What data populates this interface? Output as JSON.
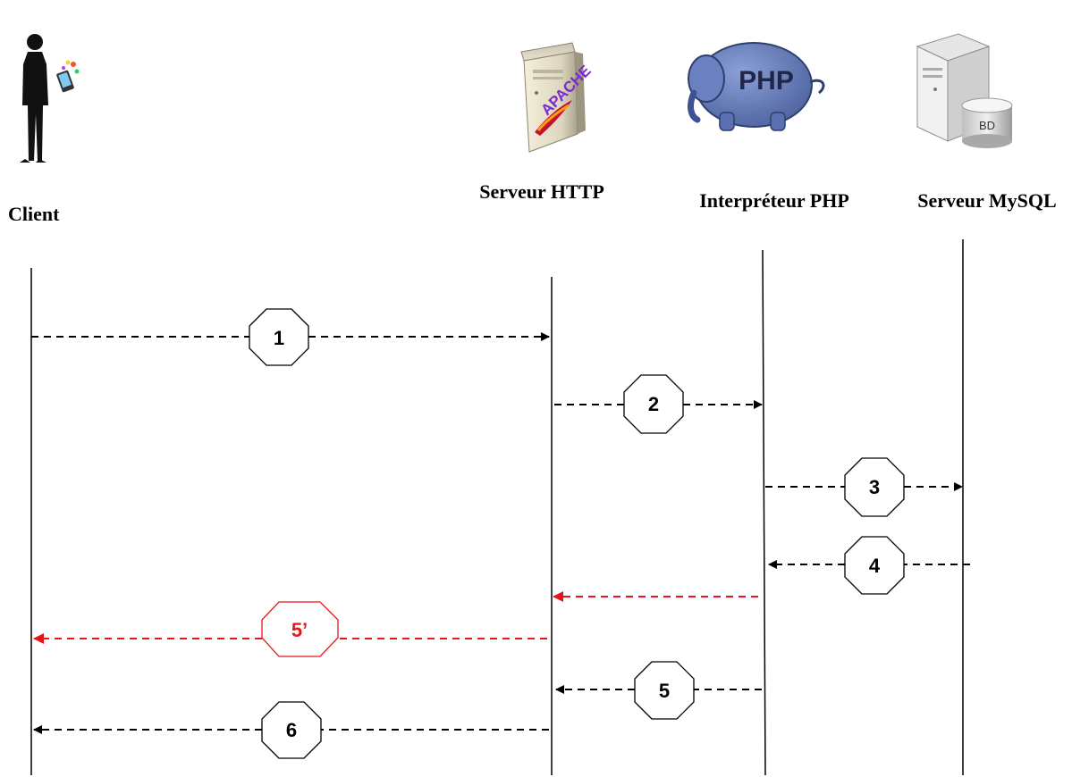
{
  "actors": {
    "client": "Client",
    "http": "Serveur HTTP",
    "php": "Interpréteur PHP",
    "mysql": "Serveur MySQL"
  },
  "icons": {
    "client": "person-with-phone-icon",
    "http": "apache-server-tower-icon",
    "php": "php-elephant-icon",
    "mysql": "database-server-icon"
  },
  "icon_text": {
    "apache": "APACHE",
    "php": "PHP",
    "db": "BD"
  },
  "messages": [
    {
      "label": "1",
      "from": "client",
      "to": "http",
      "color": "#000000"
    },
    {
      "label": "2",
      "from": "http",
      "to": "php",
      "color": "#000000"
    },
    {
      "label": "3",
      "from": "php",
      "to": "mysql",
      "color": "#000000"
    },
    {
      "label": "4",
      "from": "mysql",
      "to": "php",
      "color": "#000000"
    },
    {
      "label": "",
      "from": "php",
      "to": "http",
      "color": "#e8141b"
    },
    {
      "label": "5’",
      "from": "http",
      "to": "client",
      "color": "#e8141b"
    },
    {
      "label": "5",
      "from": "php",
      "to": "http",
      "color": "#000000"
    },
    {
      "label": "6",
      "from": "http",
      "to": "client",
      "color": "#000000"
    }
  ]
}
